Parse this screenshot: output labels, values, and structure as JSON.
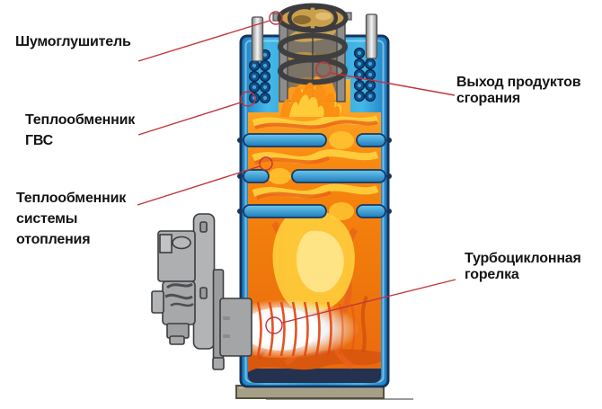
{
  "diagram": {
    "type": "boiler-cutaway-schematic",
    "labels": {
      "silencer": {
        "text": "Шумоглушитель"
      },
      "dhw": {
        "line1": "Теплообменник",
        "line2": "ГВС"
      },
      "heating": {
        "line1": "Теплообменник",
        "line2": "системы",
        "line3": "отопления"
      },
      "exhaust": {
        "line1": "Выход продуктов",
        "line2": "сгорания"
      },
      "burner": {
        "line1": "Турбоциклонная",
        "line2": "горелка"
      }
    },
    "colors": {
      "background": "#ffffff",
      "leader_line": "#c2343c",
      "boiler_blue": "#2a9fd8",
      "outline_navy": "#16355e",
      "flame_orange": "#f5820c",
      "flame_yellow": "#ffd23e",
      "glow_white": "#ffffff",
      "base_tan": "#a59f86",
      "metal_gray": "#b3b4b6"
    }
  }
}
